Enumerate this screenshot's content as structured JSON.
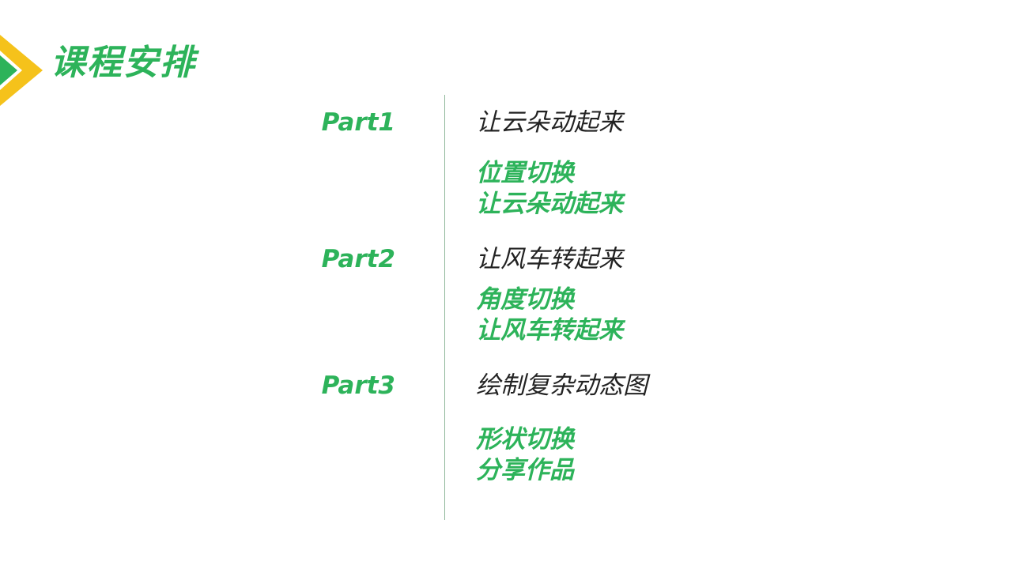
{
  "title": "课程安排",
  "colors": {
    "accent_green": "#2db35a",
    "accent_yellow": "#f5c21b",
    "text_dark": "#222222"
  },
  "parts": [
    {
      "label": "Part1",
      "heading": "让云朵动起来",
      "items": [
        "位置切换",
        "让云朵动起来"
      ]
    },
    {
      "label": "Part2",
      "heading": "让风车转起来",
      "items": [
        "角度切换",
        "让风车转起来"
      ]
    },
    {
      "label": "Part3",
      "heading": "绘制复杂动态图",
      "items": [
        "形状切换",
        "分享作品"
      ]
    }
  ]
}
